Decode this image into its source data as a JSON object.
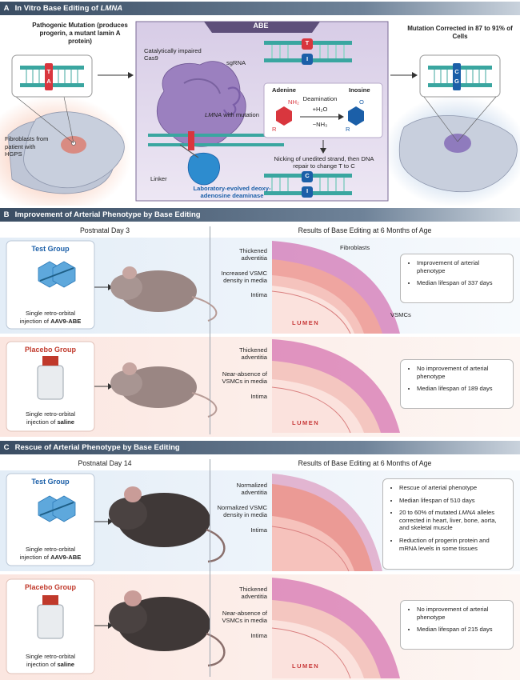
{
  "panel_a": {
    "letter": "A",
    "title_prefix": "In Vitro Base Editing of ",
    "title_gene": "LMNA",
    "pathogenic_mutation": "Pathogenic Mutation (produces progerin, a mutant lamin A protein)",
    "fibroblasts": "Fibroblasts from patient with HGPS",
    "abe_title": "ABE",
    "cas9": "Catalytically impaired Cas9",
    "sgrna": "sgRNA",
    "lmna_mut_gene": "LMNA",
    "lmna_mut_rest": " with mutation",
    "linker": "Linker",
    "deaminase": "Laboratory-evolved deoxy-adenosine deaminase",
    "adenine": "Adenine",
    "inosine": "Inosine",
    "deamination": "Deamination",
    "plus_h2o": "+H₂O",
    "minus_nh3": "−NH₃",
    "nh2": "NH₂",
    "o": "O",
    "r": "R",
    "nicking": "Nicking of unedited strand, then DNA repair to change T to C",
    "corrected": "Mutation Corrected in 87 to 91% of Cells",
    "bases": {
      "t": "T",
      "a": "A",
      "c": "C",
      "g": "G",
      "i": "I"
    }
  },
  "panel_b": {
    "letter": "B",
    "title": "Improvement of Arterial Phenotype by Base Editing",
    "left_title": "Postnatal Day 3",
    "right_title": "Results of Base Editing at 6 Months of Age",
    "test_group": "Test Group",
    "placebo_group": "Placebo Group",
    "test_injection_1": "Single retro-orbital",
    "test_injection_2": "injection of ",
    "test_injection_agent": "AAV9-ABE",
    "placebo_injection_1": "Single retro-orbital",
    "placebo_injection_2": "injection of ",
    "placebo_injection_agent": "saline",
    "test_labels": [
      "Thickened adventitia",
      "Increased VSMC density in media",
      "Intima"
    ],
    "placebo_labels": [
      "Thickened adventitia",
      "Near-absence of VSMCs in media",
      "Intima"
    ],
    "fibroblasts": "Fibroblasts",
    "vsmcs": "VSMCs",
    "lumen": "LUMEN",
    "test_results": [
      "Improvement of arterial phenotype",
      "Median lifespan of 337 days"
    ],
    "placebo_results": [
      "No improvement of arterial phenotype",
      "Median lifespan of 189 days"
    ]
  },
  "panel_c": {
    "letter": "C",
    "title": "Rescue of Arterial Phenotype by Base Editing",
    "left_title": "Postnatal Day 14",
    "right_title": "Results of Base Editing at 6 Months of Age",
    "test_group": "Test Group",
    "placebo_group": "Placebo Group",
    "test_injection_1": "Single retro-orbital",
    "test_injection_2": "injection of ",
    "test_injection_agent": "AAV9-ABE",
    "placebo_injection_1": "Single retro-orbital",
    "placebo_injection_2": "injection of ",
    "placebo_injection_agent": "saline",
    "test_labels": [
      "Normalized adventitia",
      "Normalized VSMC density in media",
      "Intima"
    ],
    "placebo_labels": [
      "Thickened adventitia",
      "Near-absence of VSMCs in media",
      "Intima"
    ],
    "lumen": "LUMEN",
    "test_results": [
      "Rescue of arterial phenotype",
      "Median lifespan of 510 days",
      "20 to 60% of mutated ",
      "Reduction of progerin protein and mRNA levels in some tissues"
    ],
    "test_result3_gene": "LMNA",
    "test_result3_rest": " alleles corrected in heart, liver, bone, aorta, and skeletal muscle",
    "placebo_results": [
      "No improvement of arterial phenotype",
      "Median lifespan of 215 days"
    ]
  },
  "colors": {
    "test_blue": "#1b5fa8",
    "placebo_red": "#c0392b",
    "header": "#3a4d63",
    "abe_purple": "#8a6fb0",
    "lumen_red": "#c83a3a"
  }
}
